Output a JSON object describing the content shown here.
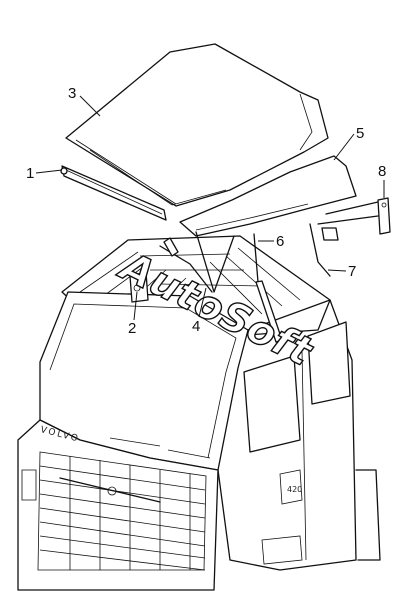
{
  "callouts": [
    {
      "id": "c1",
      "label": "1"
    },
    {
      "id": "c2",
      "label": "2"
    },
    {
      "id": "c3",
      "label": "3"
    },
    {
      "id": "c4",
      "label": "4"
    },
    {
      "id": "c5",
      "label": "5"
    },
    {
      "id": "c6",
      "label": "6"
    },
    {
      "id": "c7",
      "label": "7"
    },
    {
      "id": "c8",
      "label": "8"
    }
  ],
  "watermark": "AutoSoft",
  "badge_text": "VOLVO",
  "model_text": "420"
}
